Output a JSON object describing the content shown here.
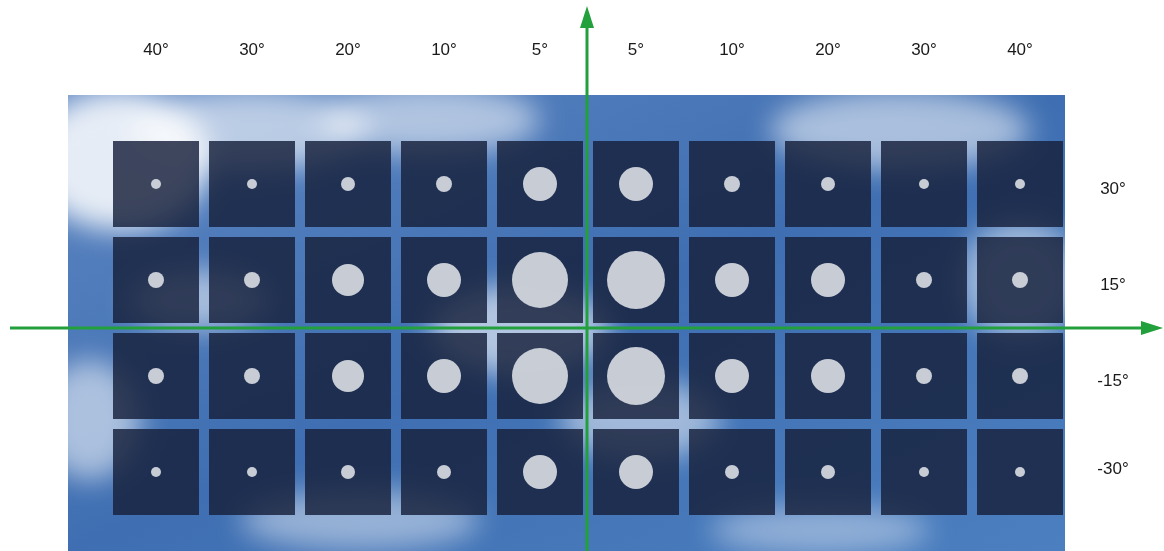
{
  "diagram": {
    "labels": [
      "40°",
      "30°",
      "20°",
      "10°",
      "5°",
      "5°",
      "10°",
      "20°",
      "30°",
      "40°",
      "30°",
      "15°",
      "-15°",
      "-30°"
    ]
  }
}
